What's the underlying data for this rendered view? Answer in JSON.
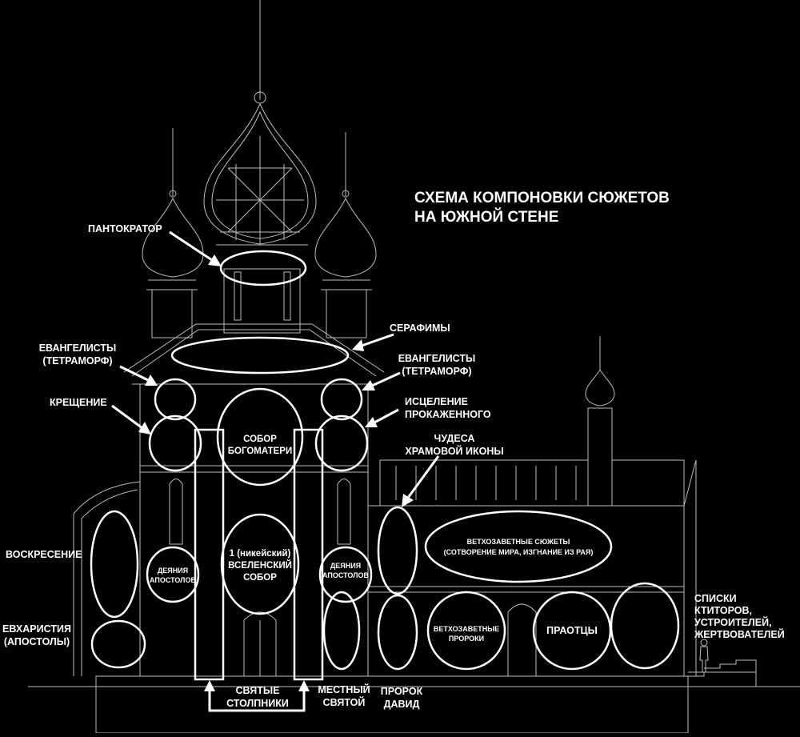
{
  "title": {
    "line1": "СХЕМА КОМПОНОВКИ СЮЖЕТОВ",
    "line2": "НА ЮЖНОЙ СТЕНЕ"
  },
  "labels": {
    "pantokrator": "ПАНТОКРАТОР",
    "serafimy": "СЕРАФИМЫ",
    "evangelisty_left_1": "ЕВАНГЕЛИСТЫ",
    "evangelisty_left_2": "(ТЕТРАМОРФ)",
    "evangelisty_right_1": "ЕВАНГЕЛИСТЫ",
    "evangelisty_right_2": "(ТЕТРАМОРФ)",
    "kreshchenie": "КРЕЩЕНИЕ",
    "istselenie_1": "ИСЦЕЛЕНИЕ",
    "istselenie_2": "ПРОКАЖЕННОГО",
    "chudesa_1": "ЧУДЕСА",
    "chudesa_2": "ХРАМОВОЙ ИКОНЫ",
    "voskresenie": "ВОСКРЕСЕНИЕ",
    "evkharistiya_1": "ЕВХАРИСТИЯ",
    "evkharistiya_2": "(АПОСТОЛЫ)",
    "sobor_1": "СОБОР",
    "sobor_2": "БОГОМАТЕРИ",
    "vselensky_1": "1 (никейский)",
    "vselensky_2": "ВСЕЛЕНСКИЙ",
    "vselensky_3": "СОБОР",
    "deyaniya_left_1": "ДЕЯНИЯ",
    "deyaniya_left_2": "АПОСТОЛОВ",
    "deyaniya_right_1": "ДЕЯНИЯ",
    "deyaniya_right_2": "АПОСТОЛОВ",
    "vethozavetnye_syuzhety_1": "ВЕТХОЗАВЕТНЫЕ СЮЖЕТЫ",
    "vethozavetnye_syuzhety_2": "(СОТВОРЕНИЕ МИРА, ИЗГНАНИЕ ИЗ РАЯ)",
    "vethozavetnye_proroki_1": "ВЕТХОЗАВЕТНЫЕ",
    "vethozavetnye_proroki_2": "ПРОРОКИ",
    "praottsy": "ПРАОТЦЫ",
    "spiski_1": "СПИСКИ",
    "spiski_2": "КТИТОРОВ,",
    "spiski_3": "УСТРОИТЕЛЕЙ,",
    "spiski_4": "ЖЕРТВОВАТЕЛЕЙ",
    "svyatye_1": "СВЯТЫЕ",
    "svyatye_2": "СТОЛПНИКИ",
    "mestny_1": "МЕСТНЫЙ",
    "mestny_2": "СВЯТОЙ",
    "prorok_1": "ПРОРОК",
    "prorok_2": "ДАВИД"
  },
  "colors": {
    "background": "#000000",
    "highlight": "#ffffff",
    "drawing": "#bdbdbd"
  }
}
